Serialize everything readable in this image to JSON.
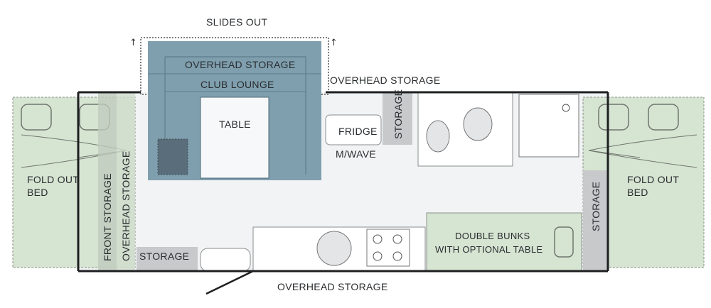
{
  "labels": {
    "slides_out": "SLIDES OUT",
    "overhead_storage_slide": "OVERHEAD STORAGE",
    "club_lounge": "CLUB LOUNGE",
    "table": "TABLE",
    "overhead_storage_top": "OVERHEAD STORAGE",
    "fridge": "FRIDGE",
    "mwave": "M/WAVE",
    "storage_kitchen": "STORAGE",
    "fold_out_bed_left_1": "FOLD OUT",
    "fold_out_bed_left_2": "BED",
    "fold_out_bed_right_1": "FOLD OUT",
    "fold_out_bed_right_2": "BED",
    "front_storage": "FRONT STORAGE",
    "overhead_storage_front": "OVERHEAD STORAGE",
    "storage_bottom_left": "STORAGE",
    "double_bunks_1": "DOUBLE BUNKS",
    "double_bunks_2": "WITH OPTIONAL TABLE",
    "storage_right": "STORAGE",
    "overhead_storage_bottom": "OVERHEAD STORAGE"
  },
  "colors": {
    "bed_green": "#d6e4d2",
    "lounge_blue": "#7f9fae",
    "storage_grey": "#c7c9cb",
    "wall": "#1e1f21",
    "floor": "#f2f3f4"
  }
}
